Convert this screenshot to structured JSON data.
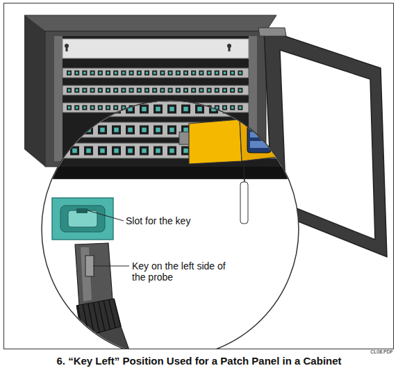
{
  "diagram": {
    "caption": "6. “Key Left” Position Used for a Patch Panel in a Cabinet",
    "labels": [
      "Slot for the key",
      "Key on the left side of the probe",
      "CL08.PDF"
    ]
  }
}
